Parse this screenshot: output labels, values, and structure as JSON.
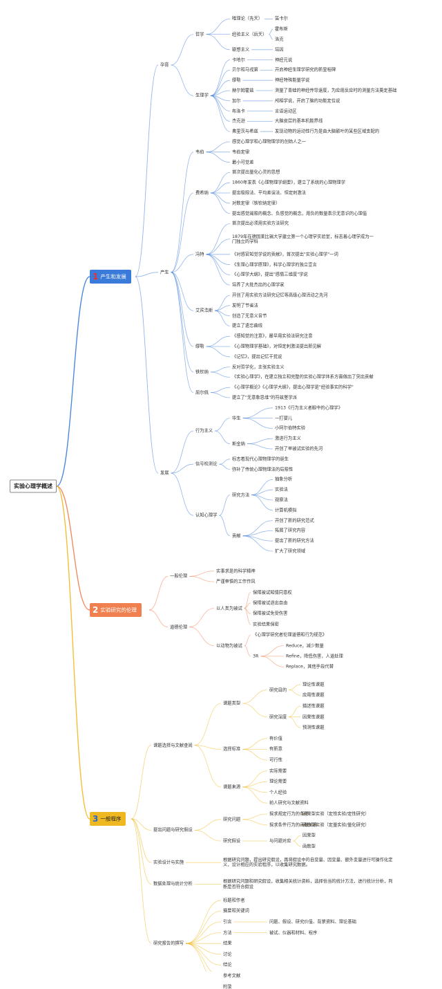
{
  "root": "实验心理学概述",
  "colors": {
    "blue": "#3a7ad8",
    "orange": "#f08050",
    "gold": "#f0b820"
  },
  "sections": [
    {
      "num": "1",
      "label": "产生和发展",
      "groups": [
        {
          "label": "孕育",
          "children": [
            {
              "label": "哲学",
              "children": [
                {
                  "label": "唯理论（先天）",
                  "children": [
                    {
                      "label": "笛卡尔"
                    }
                  ]
                },
                {
                  "label": "经验主义（后天）",
                  "children": [
                    {
                      "label": "霍布斯"
                    },
                    {
                      "label": "洛克"
                    }
                  ]
                },
                {
                  "label": "联想主义",
                  "children": [
                    {
                      "label": "培因"
                    }
                  ]
                }
              ]
            },
            {
              "label": "生理学",
              "children": [
                {
                  "label": "卡哈尔",
                  "children": [
                    {
                      "label": "神经元说"
                    }
                  ]
                },
                {
                  "label": "贝尔和马戎第",
                  "children": [
                    {
                      "label": "开启神经生理学研究的新里程碑"
                    }
                  ]
                },
                {
                  "label": "缪勒",
                  "children": [
                    {
                      "label": "神经特殊能量学说"
                    }
                  ]
                },
                {
                  "label": "赫尔姆霍兹",
                  "children": [
                    {
                      "label": "测量了青蛙的神经传导速度，为应用反应时的测量方法奠定基础"
                    }
                  ]
                },
                {
                  "label": "加尔",
                  "children": [
                    {
                      "label": "颅相学说，开启了脑的功能定位说"
                    }
                  ]
                },
                {
                  "label": "布洛卡",
                  "children": [
                    {
                      "label": "言语运动区"
                    }
                  ]
                },
                {
                  "label": "杰克逊",
                  "children": [
                    {
                      "label": "大脑皮层的基本机能界线"
                    }
                  ]
                },
                {
                  "label": "弗里茨与希兹",
                  "children": [
                    {
                      "label": "发现动物的运动性行为是由大脑额叶的某些区域支配的"
                    }
                  ]
                }
              ]
            }
          ]
        },
        {
          "label": "产生",
          "children": [
            {
              "label": "韦伯",
              "children": [
                {
                  "label": "感觉心理学和心理物理学的创始人之一"
                },
                {
                  "label": "韦伯定律"
                },
                {
                  "label": "最小可觉差"
                }
              ]
            },
            {
              "label": "费希纳",
              "children": [
                {
                  "label": "首次提出量化心灵的思想"
                },
                {
                  "label": "1860年发表《心理物理学纲要》，建立了系统的心理物理学"
                },
                {
                  "label": "提出极限法、平均差误法、恒定刺激法"
                },
                {
                  "label": "对数定律（铁钦纳定律）"
                },
                {
                  "label": "提出感觉阈限的概念、负感觉的概念，用负的数量表示无意识的心理值"
                }
              ]
            },
            {
              "label": "冯特",
              "children": [
                {
                  "label": "首次提出必须用实验方法研究"
                },
                {
                  "label": "1879年在德国莱比锡大学建立第一个心理学实验室，标志着心理学成为一门独立的学科",
                  "wrap": 210
                },
                {
                  "label": "《对感官知觉学说的贡献》，首次提出\"实验心理学\"一词"
                },
                {
                  "label": "《生理心理学原理》，科学心理学的独立宣言"
                },
                {
                  "label": "《心理学大纲》，提出\"感情三维度\"学说"
                },
                {
                  "label": "培养了大批杰出的心理学家"
                }
              ]
            },
            {
              "label": "艾宾浩斯",
              "children": [
                {
                  "label": "开创了用实验方法研究记忆等高级心理活动之先河"
                },
                {
                  "label": "发明了节省法"
                },
                {
                  "label": "创造了无意义音节"
                },
                {
                  "label": "建立了遗忘曲线"
                }
              ]
            },
            {
              "label": "缪勒",
              "children": [
                {
                  "label": "《感知觉的注意》，最早用实验法研究注意"
                },
                {
                  "label": "《心理物理学基础》，对恒定刺激法提出新见解"
                },
                {
                  "label": "《记忆》，提出记忆干扰说"
                }
              ]
            },
            {
              "label": "铁钦纳",
              "children": [
                {
                  "label": "反对哲学化，主张实验主义"
                },
                {
                  "label": "《实验心理学》，在建立独立和完整的实验心理学体系方面做出了突出贡献"
                }
              ]
            },
            {
              "label": "屈尔佩",
              "children": [
                {
                  "label": "《心理学概论》《心理学大纲》，提出心理学是\"经验事实的科学\""
                },
                {
                  "label": "建立了\"无意象思维\"的符兹堡学派"
                }
              ]
            }
          ]
        },
        {
          "label": "发展",
          "children": [
            {
              "label": "行为主义",
              "children": [
                {
                  "label": "华生",
                  "children": [
                    {
                      "label": "1913《行为主义者眼中的心理学》"
                    },
                    {
                      "label": "一打婴儿"
                    },
                    {
                      "label": "小阿尔伯特实验"
                    }
                  ]
                },
                {
                  "label": "斯金纳",
                  "children": [
                    {
                      "label": "激进行为主义"
                    },
                    {
                      "label": "开创了单被试实验的先河"
                    }
                  ]
                }
              ]
            },
            {
              "label": "信号检测论",
              "children": [
                {
                  "label": "标志着现代心理物理学的诞生"
                },
                {
                  "label": "弥补了传统心理物理法的局限性"
                }
              ]
            },
            {
              "label": "认知心理学",
              "children": [
                {
                  "label": "研究方法",
                  "children": [
                    {
                      "label": "抽象分析"
                    },
                    {
                      "label": "实验法"
                    },
                    {
                      "label": "观察法"
                    },
                    {
                      "label": "计算机模拟"
                    }
                  ]
                },
                {
                  "label": "贡献",
                  "children": [
                    {
                      "label": "开创了新的研究范式"
                    },
                    {
                      "label": "拓展了研究内容"
                    },
                    {
                      "label": "提出了新的研究方法"
                    },
                    {
                      "label": "扩大了研究领域"
                    }
                  ]
                }
              ]
            }
          ]
        }
      ]
    },
    {
      "num": "2",
      "label": "实验研究的伦理",
      "groups": [
        {
          "label": "一般伦理",
          "children": [
            {
              "label": "实事求是的科学精神"
            },
            {
              "label": "严谨审慎的工作作风"
            }
          ]
        },
        {
          "label": "道德伦理",
          "children": [
            {
              "label": "以人类为被试",
              "children": [
                {
                  "label": "保障被试知情同意权"
                },
                {
                  "label": "保障被试退出自由"
                },
                {
                  "label": "保障被试免受伤害"
                },
                {
                  "label": "实验结果保密"
                }
              ]
            },
            {
              "label": "以动物为被试",
              "children": [
                {
                  "label": "《心理学研究者伦理道德和行为规范》"
                },
                {
                  "label": "3R",
                  "children": [
                    {
                      "label": "Reduce，减少数量"
                    },
                    {
                      "label": "Refine，降低伤害，人道处理"
                    },
                    {
                      "label": "Replace，其他手段代替"
                    }
                  ]
                }
              ]
            }
          ]
        }
      ]
    },
    {
      "num": "3",
      "label": "一般程序",
      "groups": [
        {
          "label": "课题选择与文献查阅",
          "children": [
            {
              "label": "课题类型",
              "children": [
                {
                  "label": "研究目的",
                  "children": [
                    {
                      "label": "理论性课题"
                    },
                    {
                      "label": "应用性课题"
                    }
                  ]
                },
                {
                  "label": "研究深度",
                  "children": [
                    {
                      "label": "描述性课题"
                    },
                    {
                      "label": "因果性课题"
                    },
                    {
                      "label": "预测性课题"
                    }
                  ]
                }
              ]
            },
            {
              "label": "选择标准",
              "children": [
                {
                  "label": "有价值"
                },
                {
                  "label": "有新意"
                },
                {
                  "label": "可行性"
                }
              ]
            },
            {
              "label": "课题来源",
              "children": [
                {
                  "label": "实际需要"
                },
                {
                  "label": "理论需要"
                },
                {
                  "label": "个人经验"
                },
                {
                  "label": "前人研究与文献资料"
                }
              ]
            }
          ]
        },
        {
          "label": "提出问题与研究假设",
          "children": [
            {
              "label": "研究问题",
              "children": [
                {
                  "label": "探求规定行为的条件",
                  "children": [
                    {
                      "label": "因果型实验（定性实验/定性研究）"
                    }
                  ]
                },
                {
                  "label": "探求条件行为的函数关系",
                  "children": [
                    {
                      "label": "函数型实验（定量实验/量化研究）"
                    }
                  ]
                }
              ]
            },
            {
              "label": "研究假设",
              "children": [
                {
                  "label": "与问题对应",
                  "children": [
                    {
                      "label": "因果型"
                    },
                    {
                      "label": "函数型"
                    }
                  ]
                }
              ]
            }
          ]
        },
        {
          "label": "实验设计与实施",
          "children": [
            {
              "label": "根据研究问题，提出研究假设，再将假设中的自变量、因变量、额外变量进行可操作化定义，设计相应的实验程序，以收集研究数据。",
              "wrap": 250
            }
          ]
        },
        {
          "label": "数据处理与统计分析",
          "children": [
            {
              "label": "根据研究问题和研究假设，收集相关统计资料，选择恰当的统计方法，进行统计分析，判断是否符合假设",
              "wrap": 250
            }
          ]
        },
        {
          "label": "研究报告的撰写",
          "children": [
            {
              "label": "标题和作者"
            },
            {
              "label": "摘要和关键词"
            },
            {
              "label": "引言",
              "children": [
                {
                  "label": "问题、假设、研究价值、背景资料、理论基础"
                }
              ]
            },
            {
              "label": "方法",
              "children": [
                {
                  "label": "被试、仪器和材料、程序"
                }
              ]
            },
            {
              "label": "结果"
            },
            {
              "label": "讨论"
            },
            {
              "label": "结论"
            },
            {
              "label": "参考文献"
            },
            {
              "label": "附录"
            }
          ]
        }
      ]
    }
  ]
}
